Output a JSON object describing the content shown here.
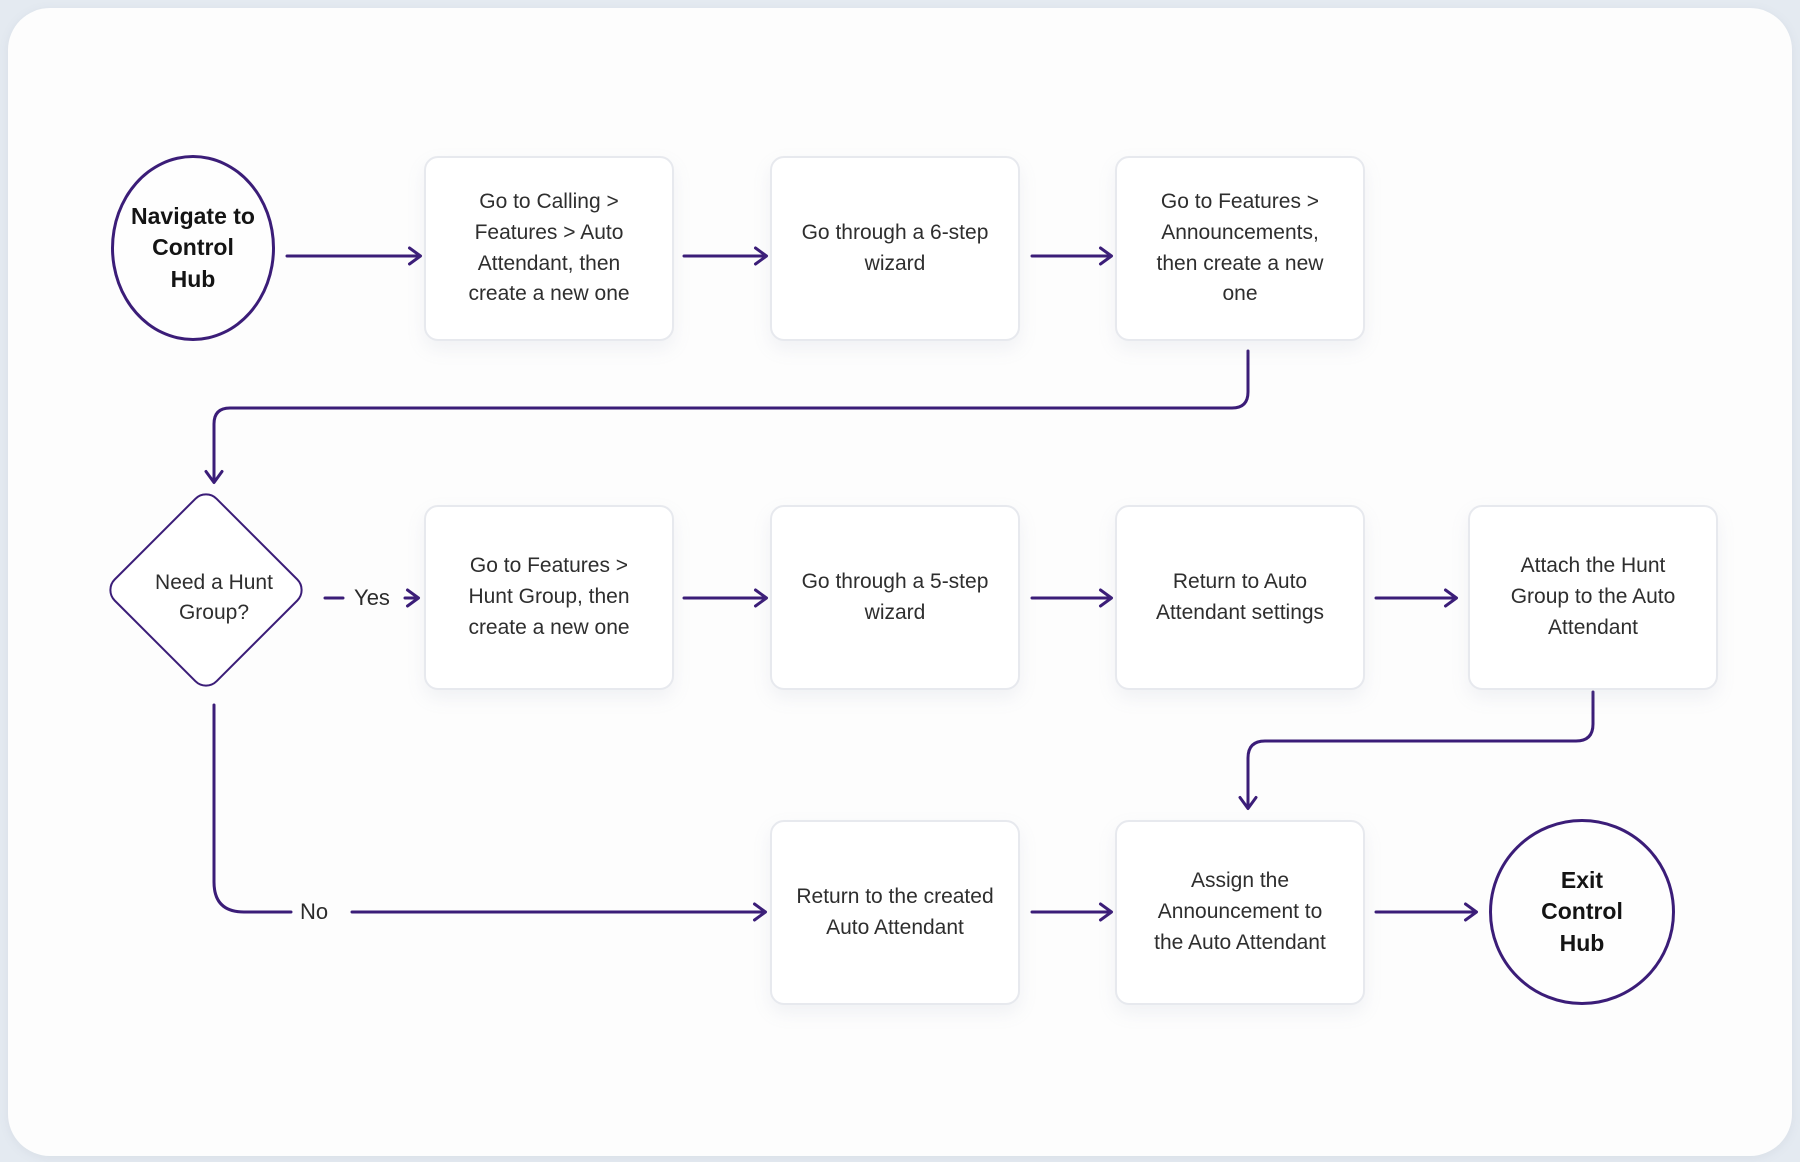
{
  "diagram": {
    "accent_color": "#3b1d78",
    "box_border_color": "#e7e9ee",
    "background_color": "#fdfdfd",
    "nodes": {
      "start": {
        "label": "Navigate to Control Hub",
        "type": "start-terminal"
      },
      "create_auto_attendant": {
        "label": "Go to Calling > Features > Auto Attendant, then create a new one",
        "type": "process"
      },
      "wizard_6_step": {
        "label": "Go through a 6-step wizard",
        "type": "process"
      },
      "create_announcement": {
        "label": "Go to  Features > Announcements, then create a new one",
        "type": "process"
      },
      "decision_hunt_group": {
        "label": "Need a Hunt Group?",
        "type": "decision"
      },
      "create_hunt_group": {
        "label": "Go to  Features > Hunt Group, then create a new one",
        "type": "process"
      },
      "wizard_5_step": {
        "label": "Go through a 5-step wizard",
        "type": "process"
      },
      "return_aa_settings": {
        "label": "Return to Auto Attendant settings",
        "type": "process"
      },
      "attach_hunt_group": {
        "label": "Attach the Hunt Group to the Auto Attendant",
        "type": "process"
      },
      "return_created_aa": {
        "label": "Return to the created Auto Attendant",
        "type": "process"
      },
      "assign_announcement": {
        "label": "Assign the Announcement to the Auto Attendant",
        "type": "process"
      },
      "end": {
        "label": "Exit Control Hub",
        "type": "end-terminal"
      }
    },
    "edge_labels": {
      "yes": "Yes",
      "no": "No"
    }
  }
}
